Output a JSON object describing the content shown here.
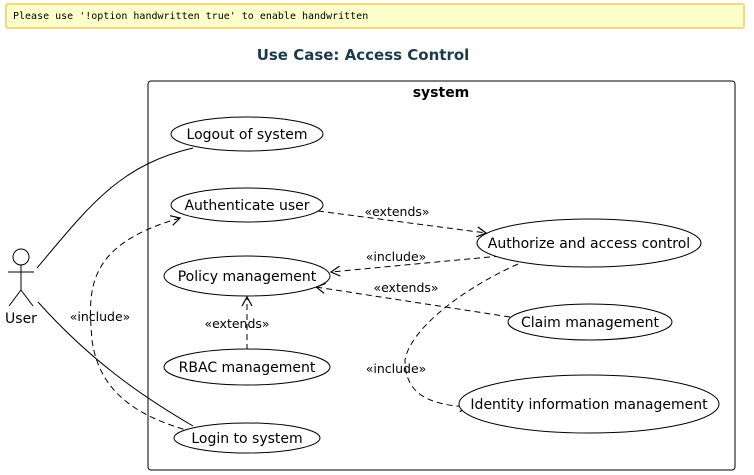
{
  "notice": "Please use '!option handwritten true' to enable handwritten",
  "title": "Use Case: Access Control",
  "system": "system",
  "actor": {
    "name": "User"
  },
  "use_cases": {
    "logout": "Logout of system",
    "authenticate": "Authenticate user",
    "authorize": "Authorize and access control",
    "policy": "Policy management",
    "claim": "Claim management",
    "rbac": "RBAC management",
    "identity": "Identity information management",
    "login": "Login to system"
  },
  "relations": {
    "auth_to_authorize": "«extends»",
    "authorize_to_policy": "«include»",
    "claim_to_policy": "«extends»",
    "rbac_to_policy": "«extends»",
    "authorize_to_identity": "«include»",
    "login_to_auth": "«include»"
  },
  "colors": {
    "title": "#1b3a4b",
    "notice_bg": "#ffffcc",
    "notice_border": "#f5d87a"
  }
}
